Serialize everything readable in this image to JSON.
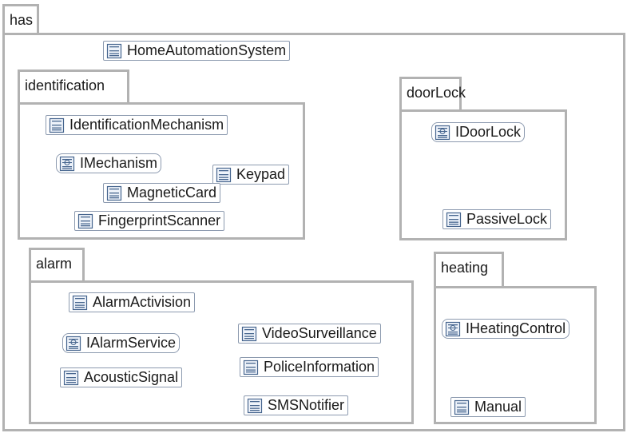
{
  "packages": {
    "has": {
      "label": "has",
      "elements": [
        {
          "label": "HomeAutomationSystem",
          "kind": "class"
        }
      ]
    },
    "identification": {
      "label": "identification",
      "elements": [
        {
          "label": "IdentificationMechanism",
          "kind": "class"
        },
        {
          "label": "IMechanism",
          "kind": "interface"
        },
        {
          "label": "Keypad",
          "kind": "class"
        },
        {
          "label": "MagneticCard",
          "kind": "class"
        },
        {
          "label": "FingerprintScanner",
          "kind": "class"
        }
      ]
    },
    "doorLock": {
      "label": "doorLock",
      "elements": [
        {
          "label": "IDoorLock",
          "kind": "interface"
        },
        {
          "label": "PassiveLock",
          "kind": "class"
        }
      ]
    },
    "alarm": {
      "label": "alarm",
      "elements": [
        {
          "label": "AlarmActivision",
          "kind": "class"
        },
        {
          "label": "IAlarmService",
          "kind": "interface"
        },
        {
          "label": "VideoSurveillance",
          "kind": "class"
        },
        {
          "label": "AcousticSignal",
          "kind": "class"
        },
        {
          "label": "PoliceInformation",
          "kind": "class"
        },
        {
          "label": "SMSNotifier",
          "kind": "class"
        }
      ]
    },
    "heating": {
      "label": "heating",
      "elements": [
        {
          "label": "IHeatingControl",
          "kind": "interface"
        },
        {
          "label": "Manual",
          "kind": "class"
        }
      ]
    }
  }
}
